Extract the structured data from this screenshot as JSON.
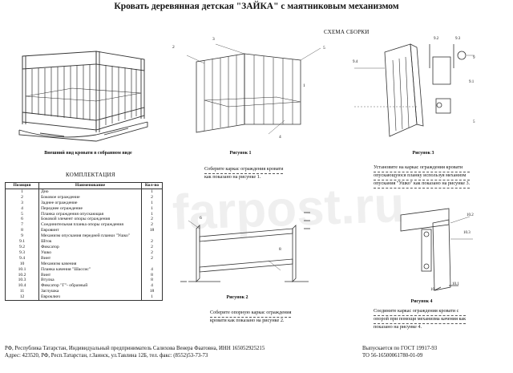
{
  "title": "Кровать деревянная детская \"ЗАЙКА\" с маятниковым механизмом",
  "scheme_title": "СХЕМА СБОРКИ",
  "captions": {
    "external": "Внешний вид кровати в собранном виде",
    "fig1": "Рисунок 1",
    "fig2": "Рисунок 2",
    "fig3": "Рисунок 3",
    "fig4": "Рисунок 4"
  },
  "descriptions": {
    "fig1": [
      "Соберите каркас ограждения кровати",
      "как показано на рисунке 1."
    ],
    "fig2": [
      "Соберите опорную каркас ограждения",
      "кровати как показано на рисунке 2."
    ],
    "fig3": [
      "Установите на каркас ограждения кровати",
      "опускающуюся планку используя механизм",
      "опускания \"Ушко\" как показано на рисунке 3."
    ],
    "fig4": [
      "Соедините каркас ограждения кровати с",
      "опорой при помощи механизма качения как",
      "показано на рисунке 4."
    ]
  },
  "labels": {
    "fig1": [
      "2",
      "3",
      "5",
      "1",
      "4"
    ],
    "fig2": [
      "6",
      "8"
    ],
    "fig3": [
      "9.2",
      "9.3",
      "9.4",
      "9",
      "9.1",
      "5"
    ],
    "fig4": [
      "10.2",
      "10.3",
      "10.1",
      "10"
    ]
  },
  "kompl_title": "КОМПЛЕКТАЦИЯ",
  "table": {
    "headers": [
      "Позиция",
      "Наименование",
      "Кол-во"
    ],
    "rows": [
      [
        "1",
        "Дно",
        "1"
      ],
      [
        "2",
        "Боковое ограждение",
        "2"
      ],
      [
        "3",
        "Заднее ограждение",
        "1"
      ],
      [
        "4",
        "Переднее ограждение",
        "1"
      ],
      [
        "5",
        "Планка ограждения опускающая",
        "1"
      ],
      [
        "6",
        "Боковой элемент опоры ограждения",
        "2"
      ],
      [
        "7",
        "Соединительная планка опоры ограждения",
        "2"
      ],
      [
        "8",
        "Евровинт",
        "18"
      ],
      [
        "9",
        "Механизм опускания передней планки \"Ушко\"",
        ""
      ],
      [
        "9.1",
        "Шток",
        "2"
      ],
      [
        "9.2",
        "Фиксатор",
        "2"
      ],
      [
        "9.3",
        "Ушко",
        "2"
      ],
      [
        "9.4",
        "Винт",
        "2"
      ],
      [
        "10",
        "Механизм качения",
        ""
      ],
      [
        "10.1",
        "Планка качения \"Шассис\"",
        "4"
      ],
      [
        "10.2",
        "Винт",
        "8"
      ],
      [
        "10.3",
        "Втулка",
        "8"
      ],
      [
        "10.4",
        "Фиксатор \"Г\"- образный",
        "4"
      ],
      [
        "11",
        "Заглушка",
        "18"
      ],
      [
        "12",
        "Евроключ",
        "1"
      ]
    ]
  },
  "footer": {
    "left1": "РФ, Республика Татарстан, Индивидуальный предприниматель Салихова Венера Фаатовна, ИНН 165052925215",
    "left2": "Адрес: 423520, РФ, Респ.Татарстан, г.Заинск, ул.Тавлина 12Б, тел. факс: (8552)53-73-73",
    "right1": "Выпускается  по  ГОСТ  19917-93",
    "right2": "ТО 56-16500061780-01-09"
  },
  "watermark": "farpost.ru"
}
